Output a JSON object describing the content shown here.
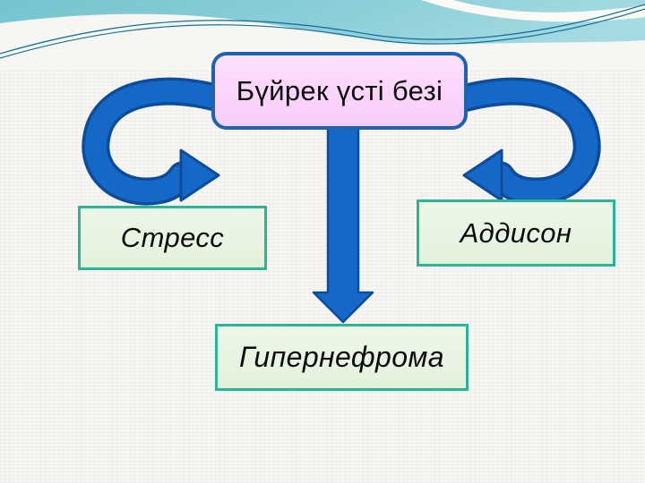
{
  "slide": {
    "title_box": {
      "label": "Бүйрек үсті безі",
      "fill": "#fbd6fb",
      "border_color": "#1e63b0"
    },
    "nodes": [
      {
        "label": "Стресс"
      },
      {
        "label": "Аддисон"
      },
      {
        "label": "Гипернефрома"
      }
    ],
    "node_style": {
      "fill": "#e7f4e1",
      "border_color": "#2bb495"
    },
    "arrows": {
      "fill": "#1568c6",
      "edge": "#0b4c9c"
    },
    "header": {
      "teal": "#7ec9d3",
      "line_color": "#16719f",
      "page_background": "#f7f6f2"
    }
  }
}
